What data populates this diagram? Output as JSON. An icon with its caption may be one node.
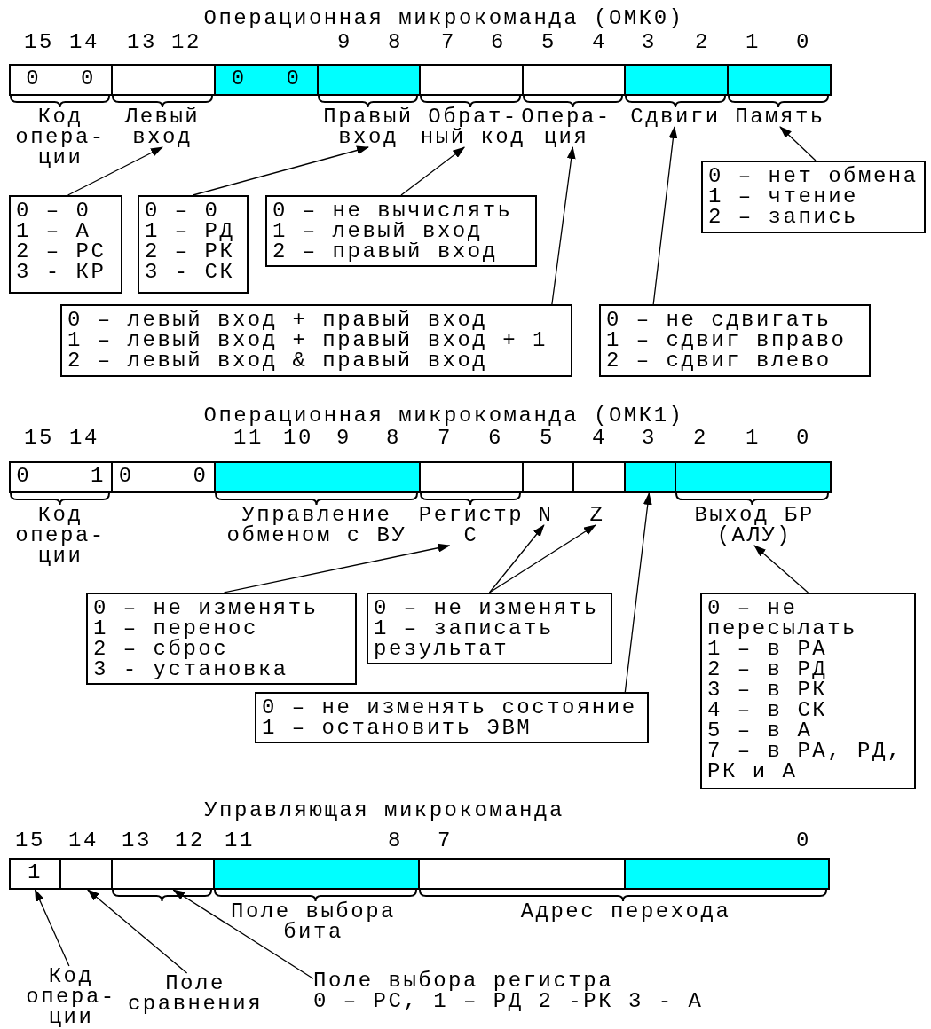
{
  "diagram": {
    "nodes": [
      {
        "text": [
          "0 0"
        ]
      },
      {
        "text": [],
        "shape": "box"
      },
      {
        "text": [
          "0 0"
        ]
      },
      {
        "text": [],
        "shape": "box"
      },
      {
        "text": [],
        "shape": "box"
      },
      {
        "text": [],
        "shape": "box"
      },
      {
        "text": [],
        "shape": "box"
      },
      {
        "text": [],
        "shape": "box"
      },
      {
        "text": [
          "Левый вход"
        ]
      },
      {
        "text": [
          "Правый вход"
        ]
      },
      {
        "text": [
          "Обрат- ный код"
        ]
      },
      {
        "text": [
          "Опера- ция"
        ]
      },
      {
        "text": [
          "Сдвиги"
        ]
      },
      {
        "text": [
          "Память"
        ]
      },
      {
        "text": [
          "0 – 0",
          "1 – А",
          "2 – РС",
          "3 - КР"
        ]
      },
      {
        "text": [
          "0 – 0",
          "1 – РД",
          "2 – РК",
          "3 - СК"
        ]
      },
      {
        "text": [
          "0 – не вычислять",
          "1 – левый вход",
          "2 – правый вход"
        ]
      },
      {
        "text": [
          "0 – левый вход + правый вход",
          "1 – левый вход + правый вход + 1",
          "2 – левый вход & правый вход"
        ]
      },
      {
        "text": [
          "0 – не сдвигать",
          "1 – сдвиг вправо",
          "2 – сдвиг влево"
        ]
      },
      {
        "text": [
          "0 – нет обмена",
          "1 – чтение",
          "2 – запись"
        ]
      },
      {
        "text": [
          "0 1"
        ]
      },
      {
        "text": [
          "0 0"
        ]
      },
      {
        "text": [],
        "shape": "box"
      },
      {
        "text": [],
        "shape": "box"
      },
      {
        "text": [],
        "shape": "box"
      },
      {
        "text": [],
        "shape": "box"
      },
      {
        "text": [],
        "shape": "box"
      },
      {
        "text": [],
        "shape": "box"
      },
      {
        "text": [
          "Регистр С"
        ]
      },
      {
        "text": [
          "N"
        ]
      },
      {
        "text": [
          "Z"
        ]
      },
      {
        "text": [
          "Выход БР (АЛУ)"
        ]
      },
      {
        "text": [
          "0 – не изменять",
          "1 – перенос",
          "2 – сброс",
          "3 - установка"
        ]
      },
      {
        "text": [
          "0 – не изменять",
          "1 – записать результат"
        ]
      },
      {
        "text": [
          "0 – не изменять состояние",
          "1 – остановить ЭВМ"
        ]
      },
      {
        "text": [
          "0 – не пересылать",
          "1 – в РА",
          "2 – в РД",
          "3 – в РК",
          "4 – в СК",
          "5 – в А",
          "7 – в РА, РД, РК и А"
        ]
      },
      {
        "text": [
          "1"
        ]
      },
      {
        "text": [],
        "shape": "box"
      },
      {
        "text": [],
        "shape": "box"
      },
      {
        "text": [],
        "shape": "box"
      },
      {
        "text": [],
        "shape": "box"
      },
      {
        "text": [],
        "shape": "box"
      },
      {
        "text": [
          "Код опера- ции"
        ]
      },
      {
        "text": [
          "Поле сравнения"
        ]
      },
      {
        "text": [
          "Поле выбора регистра",
          "0 – РС, 1 – РД 2 -РК 3 - А"
        ]
      }
    ],
    "edges": [
      {
        "from": 14,
        "to": 8,
        "arrow": "to"
      },
      {
        "from": 15,
        "to": 9,
        "arrow": "to"
      },
      {
        "from": 16,
        "to": 10,
        "arrow": "to"
      },
      {
        "from": 17,
        "to": 11,
        "arrow": "to"
      },
      {
        "from": 18,
        "to": 12,
        "arrow": "to"
      },
      {
        "from": 19,
        "to": 13,
        "arrow": "to"
      },
      {
        "from": 32,
        "to": 28,
        "arrow": "to"
      },
      {
        "from": 33,
        "to": 29,
        "arrow": "to"
      },
      {
        "from": 33,
        "to": 30,
        "arrow": "to"
      },
      {
        "from": 34,
        "to": 26,
        "arrow": "to"
      },
      {
        "from": 35,
        "to": 31,
        "arrow": "to"
      },
      {
        "from": 42,
        "to": 36,
        "arrow": "to"
      },
      {
        "from": 43,
        "to": 37,
        "arrow": "to"
      },
      {
        "from": 44,
        "to": 38,
        "arrow": "to"
      }
    ],
    "labels": [
      "Операционная микрокоманда (ОМК0)",
      "15",
      "14",
      "13",
      "12",
      "9",
      "8",
      "7",
      "6",
      "5",
      "4",
      "3",
      "2",
      "1",
      "0",
      "Код опера- ции",
      "Операционная микрокоманда (ОМК1)",
      "15",
      "14",
      "11",
      "10",
      "9",
      "8",
      "7",
      "6",
      "5",
      "4",
      "3",
      "2",
      "1",
      "0",
      "Код опера- ции",
      "Управление обменом с ВУ",
      "Управляющая микрокоманда",
      "15",
      "14",
      "13",
      "12",
      "11",
      "8",
      "7",
      "0",
      "Поле выбора бита",
      "Адрес перехода"
    ]
  }
}
